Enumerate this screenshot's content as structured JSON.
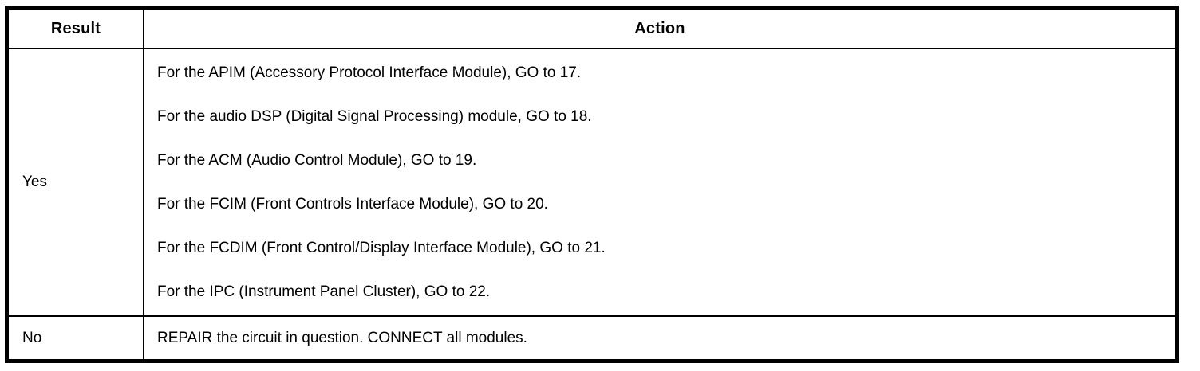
{
  "page": {
    "background_color": "#ffffff",
    "border_color": "#000000",
    "text_color": "#000000"
  },
  "table": {
    "headers": [
      "Result",
      "Action"
    ],
    "rows": [
      {
        "result": "Yes",
        "actions": [
          "For the APIM (Accessory Protocol Interface Module), GO to 17.",
          "For the audio DSP (Digital Signal Processing) module, GO to 18.",
          "For the ACM (Audio Control Module), GO to 19.",
          "For the FCIM (Front Controls Interface Module), GO to 20.",
          "For the FCDIM (Front Control/Display Interface Module), GO to 21.",
          "For the IPC (Instrument Panel Cluster), GO to 22."
        ]
      },
      {
        "result": "No",
        "actions": [
          "REPAIR the circuit in question. CONNECT all modules."
        ]
      }
    ]
  }
}
